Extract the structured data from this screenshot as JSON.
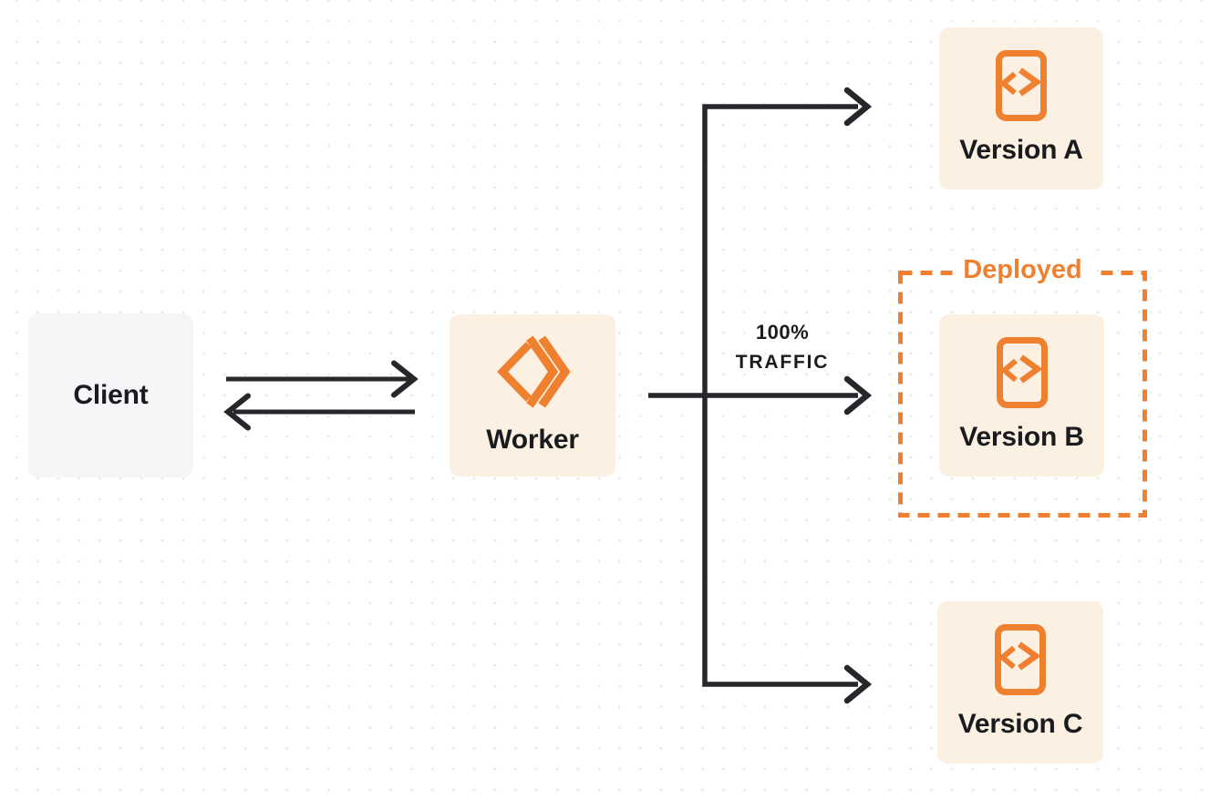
{
  "colors": {
    "accent_orange": "#EF8030",
    "box_cream": "#FBF0E1",
    "box_gray": "#F5F6F7",
    "line_dark": "#26272B",
    "text_dark": "#1A1B1F",
    "dot_grid": "#E8E8EA",
    "canvas_bg": "#FFFFFF"
  },
  "nodes": {
    "client": {
      "label": "Client"
    },
    "worker": {
      "label": "Worker",
      "icon": "workers-logo-icon"
    },
    "version_a": {
      "label": "Version A",
      "icon": "code-file-icon"
    },
    "version_b": {
      "label": "Version B",
      "icon": "code-file-icon"
    },
    "version_c": {
      "label": "Version C",
      "icon": "code-file-icon"
    }
  },
  "annotations": {
    "deployed_label": "Deployed",
    "traffic_percent": "100%",
    "traffic_word": "TRAFFIC"
  },
  "edges": [
    {
      "from": "client",
      "to": "worker",
      "style": "arrow-right"
    },
    {
      "from": "worker",
      "to": "client",
      "style": "arrow-left"
    },
    {
      "from": "worker",
      "to": "version_a",
      "style": "arrow"
    },
    {
      "from": "worker",
      "to": "version_b",
      "style": "arrow",
      "label": "100% TRAFFIC"
    },
    {
      "from": "worker",
      "to": "version_c",
      "style": "arrow"
    }
  ]
}
